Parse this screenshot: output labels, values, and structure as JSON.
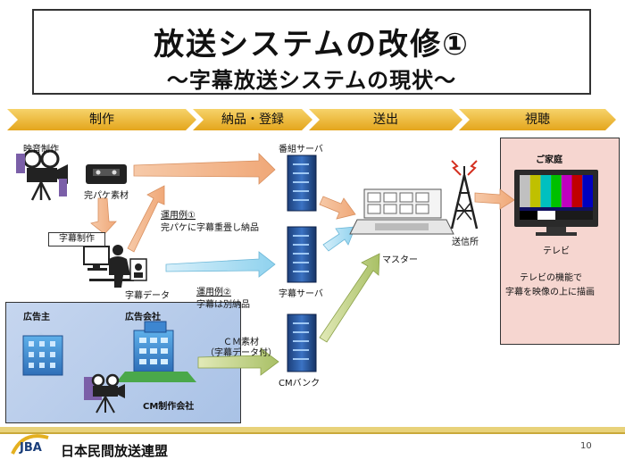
{
  "title": {
    "main": "放送システムの改修①",
    "sub": "～字幕放送システムの現状～"
  },
  "phases": [
    "制作",
    "納品・登録",
    "送出",
    "視聴"
  ],
  "labels": {
    "video_production": "映音制作",
    "complete_package": "完パケ素材",
    "caption_production": "字幕制作",
    "caption_data": "字幕データ",
    "example1_title": "運用例①",
    "example1_text": "完パケに字幕重畳し納品",
    "example2_title": "運用例②",
    "example2_text": "字幕は別納品",
    "program_server": "番組サーバ",
    "caption_server": "字幕サーバ",
    "cm_bank": "CMバンク",
    "cm_material": "ＣＭ素材",
    "cm_material_note": "（字幕データ付）",
    "master": "マスター",
    "transmitter": "送信所",
    "home": "ご家庭",
    "tv": "テレビ",
    "tv_note1": "テレビの機能で",
    "tv_note2": "字幕を映像の上に描画",
    "advertiser": "広告主",
    "ad_agency": "広告会社",
    "cm_producer": "CM制作会社"
  },
  "footer": {
    "logo": "JBA",
    "org": "日本民間放送連盟",
    "page": "10"
  }
}
